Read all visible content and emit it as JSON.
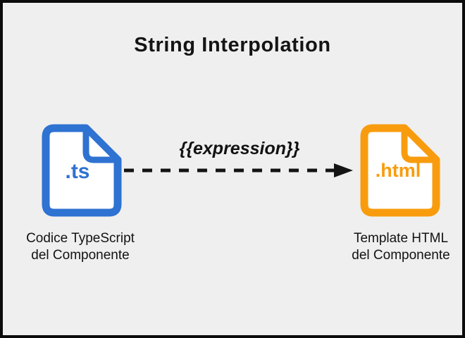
{
  "title": "String Interpolation",
  "arrow": {
    "label": "{{expression}}"
  },
  "nodes": {
    "source": {
      "ext": ".ts",
      "caption": [
        "Codice TypeScript",
        "del Componente"
      ],
      "color": "#2E72D2"
    },
    "target": {
      "ext": ".html",
      "caption": [
        "Template HTML",
        "del Componente"
      ],
      "color": "#F89C0E"
    }
  },
  "colors": {
    "background": "#EFEFEF",
    "frame_border": "#0B0B0B",
    "arrow": "#141414",
    "typescript_blue": "#2E72D2",
    "html_orange": "#F89C0E"
  }
}
